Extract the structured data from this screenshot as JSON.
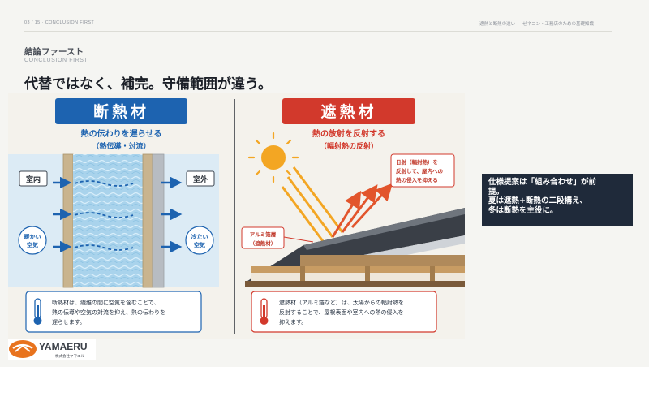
{
  "header": {
    "page_label": "03 / 15 · CONCLUSION FIRST",
    "doc_title": "遮熱と断熱の違い — ゼネコン・工務店のための基礎知識"
  },
  "section": {
    "title_jp": "結論ファースト",
    "title_en": "CONCLUSION FIRST"
  },
  "headline": "代替ではなく、補完。守備範囲が違う。",
  "figure": {
    "left": {
      "title": "断熱材",
      "subtitle": "熱の伝わりを遅らせる",
      "subtitle2": "（熱伝導・対流）",
      "label_inside": "室内",
      "label_outside": "室外",
      "warm_air_1": "暖かい",
      "warm_air_2": "空気",
      "cold_air_1": "冷たい",
      "cold_air_2": "空気",
      "desc_1": "断熱材は、繊維の間に空気を含むことで、",
      "desc_2": "熱の伝導や空気の対流を抑え、熱の伝わりを",
      "desc_3": "遅らせます。"
    },
    "right": {
      "title": "遮熱材",
      "subtitle": "熱の放射を反射する",
      "subtitle2": "（輻射熱の反射）",
      "note_1": "日射（輻射熱）を",
      "note_2": "反射して、屋内への",
      "note_3": "熱の侵入を抑える",
      "foil_1": "アルミ箔層",
      "foil_2": "（遮熱材）",
      "desc_1": "遮熱材（アルミ箔など）は、太陽からの輻射熱を",
      "desc_2": "反射することで、屋根表面や室内への熱の侵入を",
      "desc_3": "抑えます。"
    }
  },
  "callout": {
    "line1": "仕様提案は「組み合わせ」が前",
    "line2": "提。",
    "line3": "夏は遮熱+断熱の二段構え、",
    "line4": "冬は断熱を主役に。"
  },
  "logo": {
    "name": "YAMAERU",
    "company": "株式会社ヤマエル"
  },
  "colors": {
    "insulation_blue": "#1d63b0",
    "reflective_red": "#d2392c",
    "callout_bg": "#1f2a3a"
  }
}
